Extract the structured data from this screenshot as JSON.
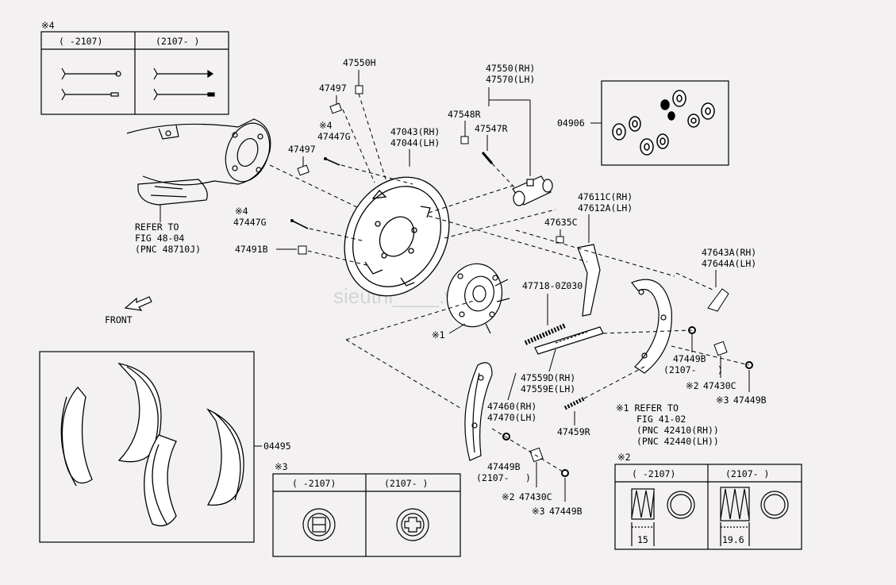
{
  "watermark": "sieuthi____.vn",
  "part_labels": {
    "p47550H": "47550H",
    "p47497_top": "47497",
    "p47497_mid": "47497",
    "p47447G_top": "47447G",
    "p47447G_mid": "47447G",
    "p47491B": "47491B",
    "p47043": "47043(RH)",
    "p47044": "47044(LH)",
    "p47550": "47550(RH)",
    "p47570": "47570(LH)",
    "p47548R": "47548R",
    "p47547R": "47547R",
    "p04906": "04906",
    "p47611C": "47611C(RH)",
    "p47612A": "47612A(LH)",
    "p47635C": "47635C",
    "p47643A": "47643A(RH)",
    "p47644A": "47644A(LH)",
    "p47718": "47718-0Z030",
    "p47449B_r": "47449B",
    "p2107_r": "(2107-",
    "p2107_r_close": ")",
    "p47430C_r": "47430C",
    "p47449B_r2": "47449B",
    "p47559D": "47559D(RH)",
    "p47559E": "47559E(LH)",
    "p47460": "47460(RH)",
    "p47470": "47470(LH)",
    "p47459R": "47459R",
    "p47449B_b": "47449B",
    "p2107_b": "(2107-",
    "p2107_b_close": ")",
    "p47430C_b": "47430C",
    "p47449B_b2": "47449B",
    "p04495": "04495"
  },
  "marks": {
    "m4_top": "※4",
    "m4_a": "※4",
    "m4_b": "※4",
    "m1": "※1",
    "m2_r": "※2",
    "m3_r": "※3",
    "m2_b": "※2",
    "m3_b": "※3"
  },
  "refer_48": [
    "REFER TO",
    "FIG 48-04",
    "(PNC 48710J)"
  ],
  "refer_41": [
    "※1 REFER TO",
    "FIG 41-02",
    "(PNC 42410(RH))",
    "(PNC 42440(LH))"
  ],
  "front_label": "FRONT",
  "box4": {
    "mark": "※4",
    "col1": "(   -2107)",
    "col2": "(2107-    )"
  },
  "box3": {
    "mark": "※3",
    "col1": "(   -2107)",
    "col2": "(2107-     )"
  },
  "box2": {
    "mark": "※2",
    "col1": "(   -2107)",
    "col2": "(2107-    )",
    "dim1": "15",
    "dim2": "19.6"
  }
}
